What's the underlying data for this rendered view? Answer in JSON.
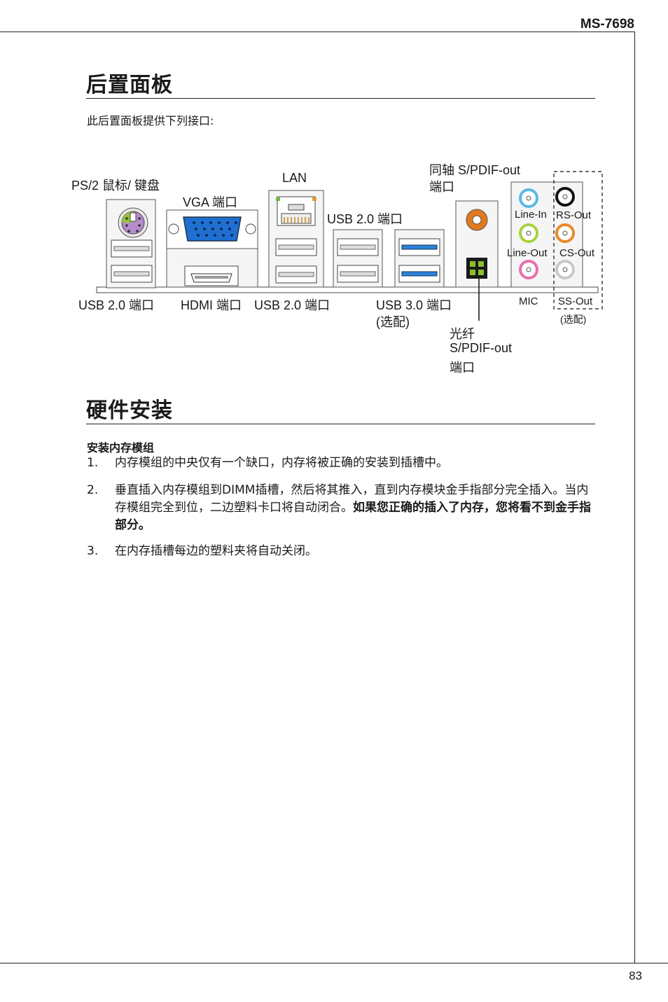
{
  "header": {
    "model": "MS-7698"
  },
  "section1": {
    "title": "后置面板",
    "intro": "此后置面板提供下列接口:"
  },
  "panel": {
    "labels": {
      "ps2": "PS/2 鼠标/ 键盘",
      "vga": "VGA 端口",
      "lan": "LAN",
      "usb20_top": "USB 2.0 端口",
      "coax_line1": "同轴 S/PDIF-out",
      "coax_line2": "端口",
      "line_in": "Line-In",
      "rs_out": "RS-Out",
      "line_out": "Line-Out",
      "cs_out": "CS-Out",
      "mic": "MIC",
      "ss_out": "SS-Out",
      "optional_small": "(选配)",
      "usb20_left": "USB 2.0 端口",
      "hdmi": "HDMI 端口",
      "usb20_mid": "USB 2.0 端口",
      "usb30_line1": "USB 3.0 端口",
      "usb30_line2": "(选配)",
      "optical_line1": "光纤",
      "optical_line2": "S/PDIF-out",
      "optical_line3": "端口"
    },
    "colors": {
      "ps2_jack": "#b58ccc",
      "vga": "#1f6fd1",
      "usb30": "#2b82d9",
      "coax": "#e07a1f",
      "optical": "#8cbf2a",
      "line_in": "#5ab8e6",
      "line_out": "#a8d040",
      "mic": "#e870a8",
      "rs_out": "#111111",
      "cs_out": "#e88a2a",
      "ss_out": "#c8c8c8"
    }
  },
  "section2": {
    "title": "硬件安装",
    "subtitle": "安装内存模组",
    "items": [
      {
        "num": "1.",
        "text": "内存模组的中央仅有一个缺口，内存将被正确的安装到插槽中。"
      },
      {
        "num": "2.",
        "text": "垂直插入内存模组到DIMM插槽，然后将其推入，直到内存模块金手指部分完全插入。当内存模组完全到位，二边塑料卡口将自动闭合。",
        "bold": "如果您正确的插入了内存，您将看不到金手指部分。"
      },
      {
        "num": "3.",
        "text": "在内存插槽每边的塑料夹将自动关闭。"
      }
    ]
  },
  "footer": {
    "page": "83"
  }
}
